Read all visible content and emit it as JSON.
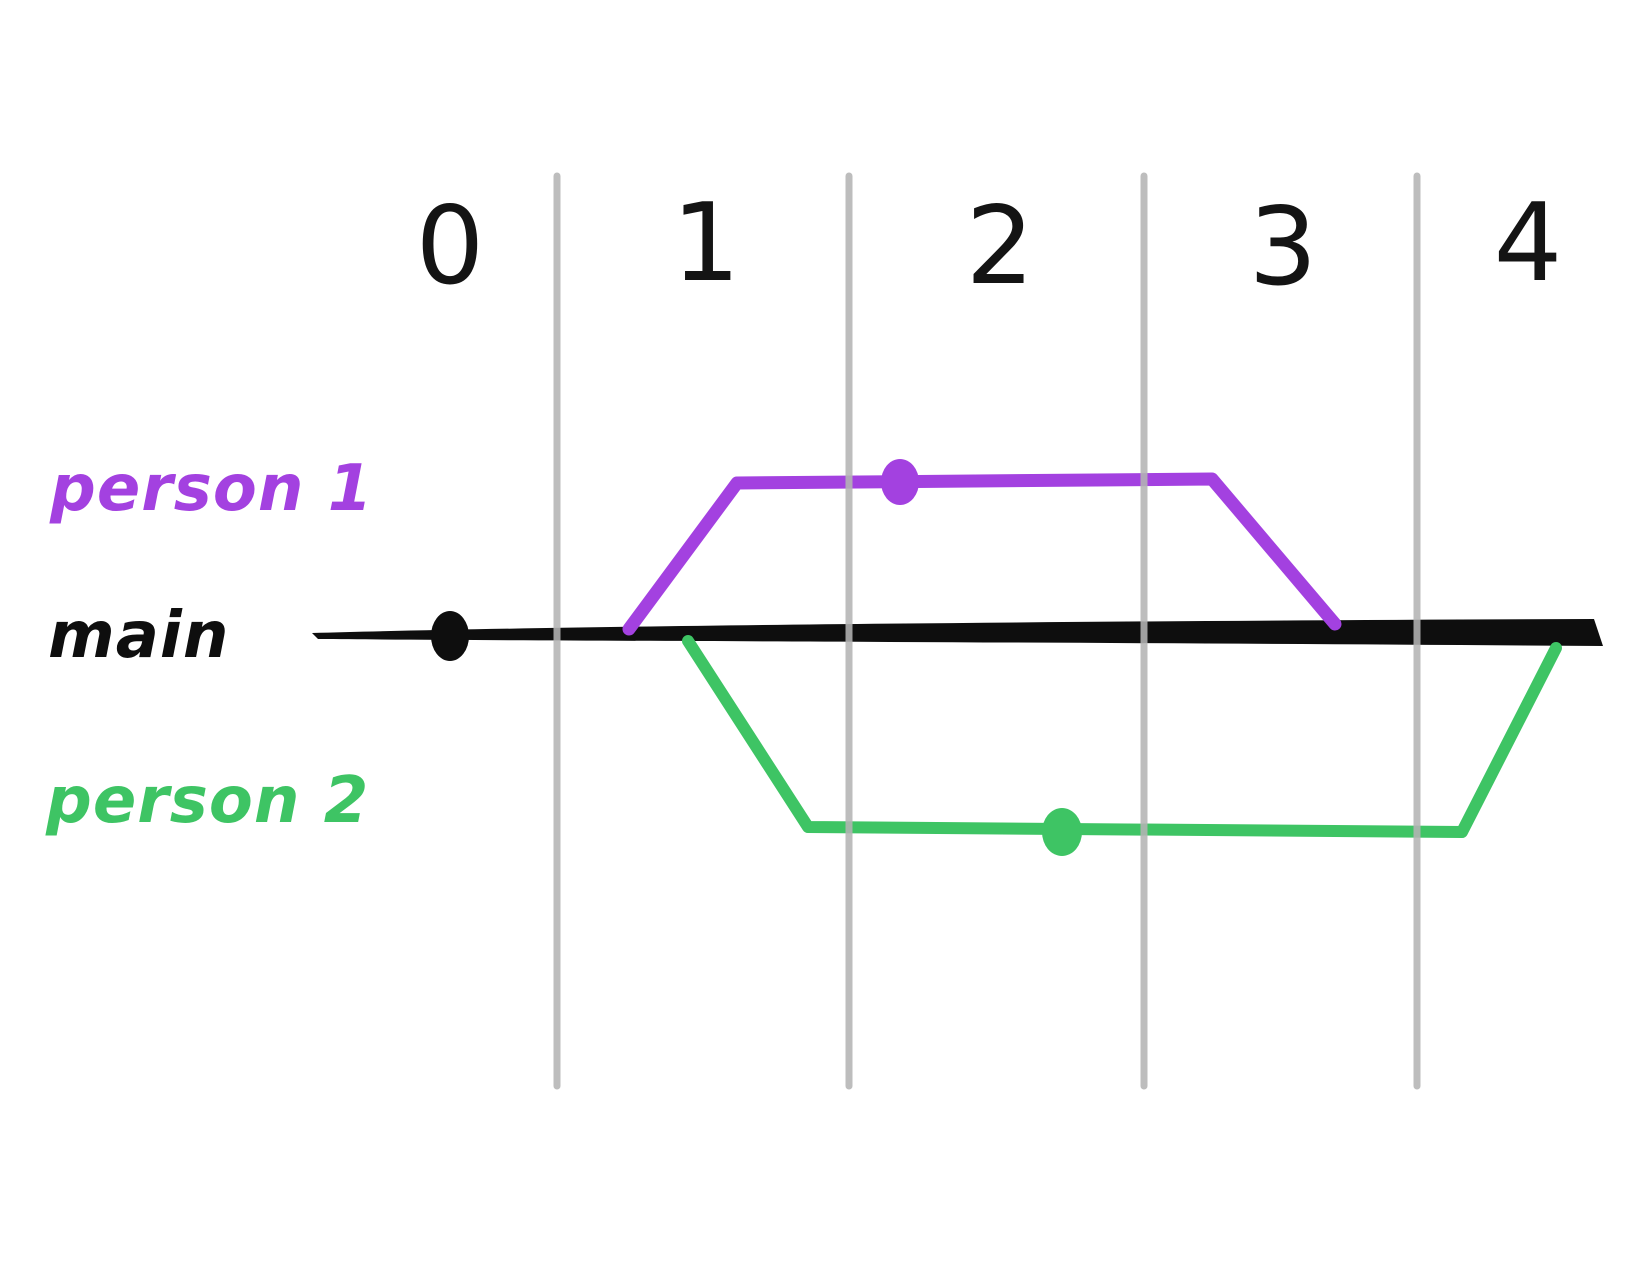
{
  "colors": {
    "background": "#ffffff",
    "grid": "#b4b4b4",
    "main": "#0e0e0e",
    "person1": "#a341e0",
    "person2": "#3ec464"
  },
  "columns": [
    "0",
    "1",
    "2",
    "3",
    "4"
  ],
  "branches": {
    "person1": {
      "label": "person 1",
      "color": "#a341e0"
    },
    "main": {
      "label": "main",
      "color": "#0e0e0e"
    },
    "person2": {
      "label": "person 2",
      "color": "#3ec464"
    }
  },
  "diagram_data": {
    "type": "branch-timeline",
    "timeline_columns": [
      "0",
      "1",
      "2",
      "3",
      "4"
    ],
    "lanes": [
      {
        "name": "person 1",
        "color": "#a341e0",
        "row": "top",
        "forks_from": "main",
        "fork_in_column": 1,
        "merge_in_column": 3,
        "commit_dots": 1,
        "commit_near_column": 2
      },
      {
        "name": "main",
        "color": "#0e0e0e",
        "row": "middle",
        "commit_dots": 1,
        "commit_near_column": 0
      },
      {
        "name": "person 2",
        "color": "#3ec464",
        "row": "bottom",
        "forks_from": "main",
        "fork_in_column": 1,
        "merge_in_column": 4,
        "commit_dots": 1,
        "commit_near_column": 2
      }
    ]
  }
}
